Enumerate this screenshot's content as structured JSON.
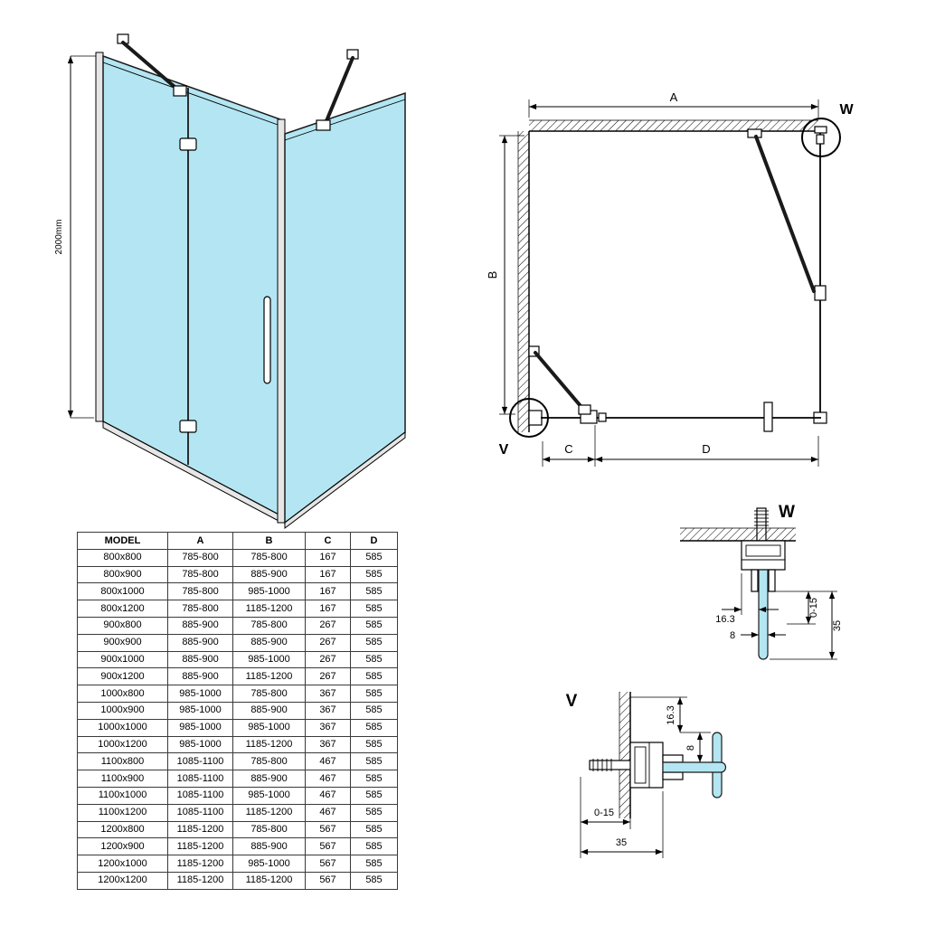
{
  "colors": {
    "glass": "#b3e6f2",
    "line": "#000000",
    "fitting_gray": "#e6e6e6"
  },
  "iso": {
    "height_label": "2000mm"
  },
  "plan": {
    "labels": {
      "a": "A",
      "b": "B",
      "c": "C",
      "d": "D",
      "v": "V",
      "w": "W"
    }
  },
  "table": {
    "headers": [
      "MODEL",
      "A",
      "B",
      "C",
      "D"
    ],
    "rows": [
      [
        "800x800",
        "785-800",
        "785-800",
        "167",
        "585"
      ],
      [
        "800x900",
        "785-800",
        "885-900",
        "167",
        "585"
      ],
      [
        "800x1000",
        "785-800",
        "985-1000",
        "167",
        "585"
      ],
      [
        "800x1200",
        "785-800",
        "1185-1200",
        "167",
        "585"
      ],
      [
        "900x800",
        "885-900",
        "785-800",
        "267",
        "585"
      ],
      [
        "900x900",
        "885-900",
        "885-900",
        "267",
        "585"
      ],
      [
        "900x1000",
        "885-900",
        "985-1000",
        "267",
        "585"
      ],
      [
        "900x1200",
        "885-900",
        "1185-1200",
        "267",
        "585"
      ],
      [
        "1000x800",
        "985-1000",
        "785-800",
        "367",
        "585"
      ],
      [
        "1000x900",
        "985-1000",
        "885-900",
        "367",
        "585"
      ],
      [
        "1000x1000",
        "985-1000",
        "985-1000",
        "367",
        "585"
      ],
      [
        "1000x1200",
        "985-1000",
        "1185-1200",
        "367",
        "585"
      ],
      [
        "1100x800",
        "1085-1100",
        "785-800",
        "467",
        "585"
      ],
      [
        "1100x900",
        "1085-1100",
        "885-900",
        "467",
        "585"
      ],
      [
        "1100x1000",
        "1085-1100",
        "985-1000",
        "467",
        "585"
      ],
      [
        "1100x1200",
        "1085-1100",
        "1185-1200",
        "467",
        "585"
      ],
      [
        "1200x800",
        "1185-1200",
        "785-800",
        "567",
        "585"
      ],
      [
        "1200x900",
        "1185-1200",
        "885-900",
        "567",
        "585"
      ],
      [
        "1200x1000",
        "1185-1200",
        "985-1000",
        "567",
        "585"
      ],
      [
        "1200x1200",
        "1185-1200",
        "1185-1200",
        "567",
        "585"
      ]
    ]
  },
  "detail_w": {
    "title": "W",
    "dim_163": "16.3",
    "dim_8": "8",
    "dim_015": "0-15",
    "dim_35": "35"
  },
  "detail_v": {
    "title": "V",
    "dim_163": "16.3",
    "dim_8": "8",
    "dim_015": "0-15",
    "dim_35": "35"
  }
}
